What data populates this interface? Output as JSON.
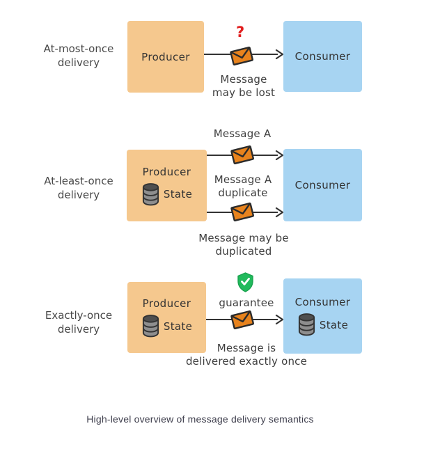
{
  "page": {
    "caption": "High-level overview of message delivery semantics"
  },
  "colors": {
    "producer_fill": "#F5C88E",
    "consumer_fill": "#A7D4F2",
    "envelope_fill": "#E8831D",
    "outline": "#333333",
    "question_mark_red": "#E11D1D",
    "shield_green": "#21BA5C",
    "text": "#3E3E3E",
    "caption_text": "#3F3F4D"
  },
  "icons": {
    "envelope": "envelope-icon",
    "database": "database-icon",
    "shield_check": "shield-check-icon",
    "arrow": "arrow-right-icon"
  },
  "rows": [
    {
      "label_line1": "At-most-once",
      "label_line2": "delivery",
      "producer": {
        "title": "Producer"
      },
      "consumer": {
        "title": "Consumer"
      },
      "question_mark": "?",
      "note_line1": "Message",
      "note_line2": "may be lost"
    },
    {
      "label_line1": "At-least-once",
      "label_line2": "delivery",
      "producer": {
        "title": "Producer",
        "state_label": "State"
      },
      "consumer": {
        "title": "Consumer"
      },
      "arrow1_label": "Message A",
      "arrow2_label_line1": "Message A",
      "arrow2_label_line2": "duplicate",
      "note": "Message may be duplicated"
    },
    {
      "label_line1": "Exactly-once",
      "label_line2": "delivery",
      "producer": {
        "title": "Producer",
        "state_label": "State"
      },
      "consumer": {
        "title": "Consumer",
        "state_label": "State"
      },
      "guarantee_label": "guarantee",
      "note_line1": "Message is",
      "note_line2": "delivered exactly once"
    }
  ]
}
